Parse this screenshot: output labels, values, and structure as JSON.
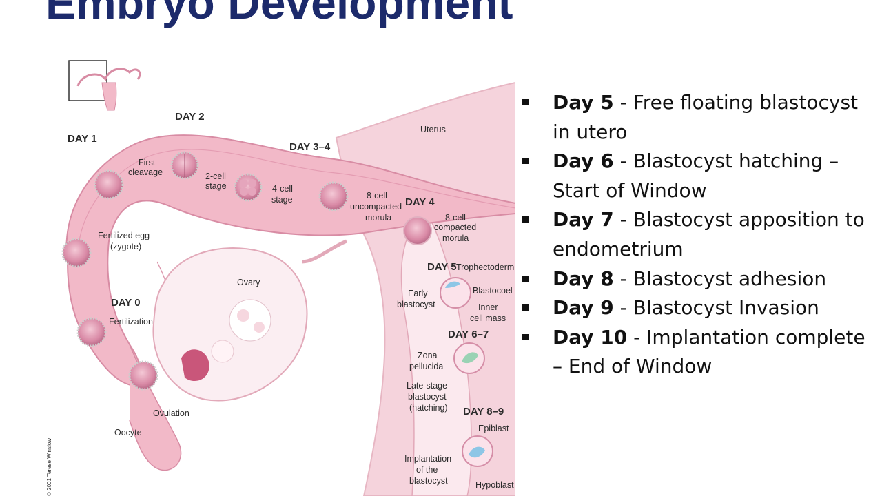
{
  "slide": {
    "title": "Embryo Development"
  },
  "diagram": {
    "labels": {
      "day1": "DAY 1",
      "day2": "DAY 2",
      "day34": "DAY 3–4",
      "uterus": "Uterus",
      "first_cleavage_1": "First",
      "first_cleavage_2": "cleavage",
      "two_cell_1": "2-cell",
      "two_cell_2": "stage",
      "four_cell_1": "4-cell",
      "four_cell_2": "stage",
      "eight_unc_1": "8-cell",
      "eight_unc_2": "uncompacted",
      "eight_unc_3": "morula",
      "day4": "DAY 4",
      "eight_comp_1": "8-cell",
      "eight_comp_2": "compacted",
      "eight_comp_3": "morula",
      "fertilized_1": "Fertilized egg",
      "fertilized_2": "(zygote)",
      "ovary": "Ovary",
      "day0": "DAY 0",
      "fertilization": "Fertilization",
      "day5": "DAY 5",
      "trophectoderm": "Trophectoderm",
      "blastocoel": "Blastocoel",
      "early_1": "Early",
      "early_2": "blastocyst",
      "inner_1": "Inner",
      "inner_2": "cell mass",
      "day67": "DAY 6–7",
      "zona_1": "Zona",
      "zona_2": "pellucida",
      "late_1": "Late-stage",
      "late_2": "blastocyst",
      "late_3": "(hatching)",
      "day89": "DAY 8–9",
      "epiblast": "Epiblast",
      "ovulation": "Ovulation",
      "oocyte": "Oocyte",
      "impl_1": "Implantation",
      "impl_2": "of the",
      "impl_3": "blastocyst",
      "hypoblast": "Hypoblast",
      "copyright": "© 2001 Terese Winslow"
    }
  },
  "bullets": [
    {
      "day": "Day 5",
      "text": " - Free floating blastocyst in utero"
    },
    {
      "day": "Day 6",
      "text": " - Blastocyst hatching – Start of Window"
    },
    {
      "day": "Day 7",
      "text": " - Blastocyst apposition to endometrium"
    },
    {
      "day": "Day 8",
      "text": " - Blastocyst adhesion"
    },
    {
      "day": "Day 9",
      "text": " - Blastocyst Invasion"
    },
    {
      "day": "Day 10",
      "text": " - Implantation complete – End of Window"
    }
  ]
}
